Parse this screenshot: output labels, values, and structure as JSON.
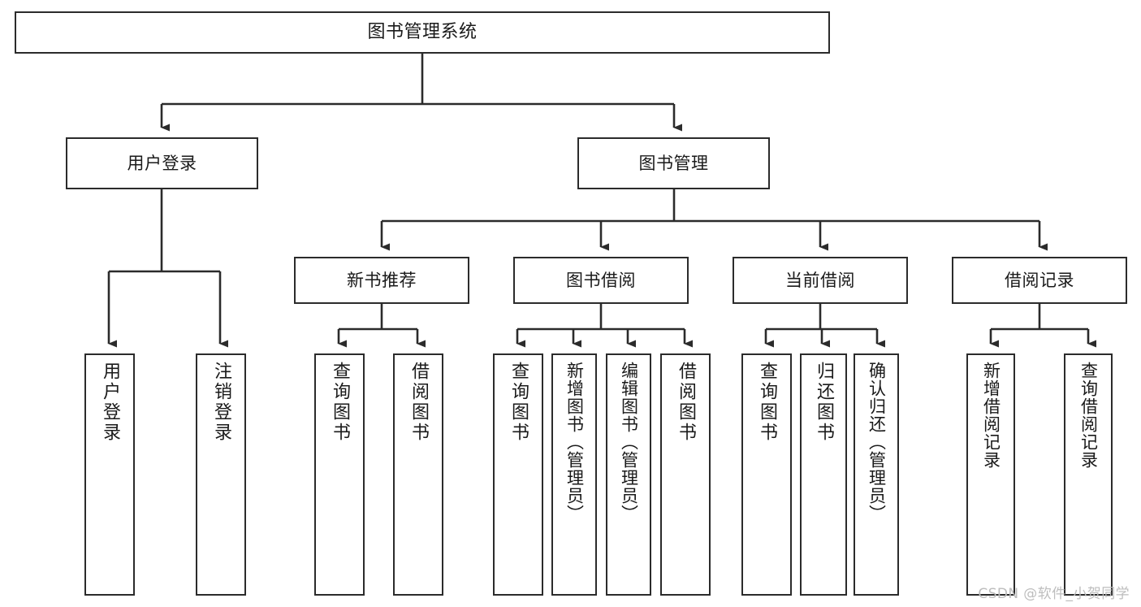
{
  "diagram": {
    "title": "图书管理系统",
    "type": "tree",
    "watermark": "CSDN @软件_小贺同学",
    "colors": {
      "box_border": "#2b2b2b",
      "box_fill": "#ffffff",
      "line": "#2b2b2b",
      "text": "#1a1a1a",
      "watermark": "#bdbdbd"
    },
    "nodes": {
      "root": {
        "label": "图书管理系统"
      },
      "level2": [
        {
          "id": "user-login",
          "label": "用户登录"
        },
        {
          "id": "book-management",
          "label": "图书管理"
        }
      ],
      "level3": [
        {
          "id": "new-book-recommend",
          "label": "新书推荐"
        },
        {
          "id": "book-borrow",
          "label": "图书借阅"
        },
        {
          "id": "current-borrow",
          "label": "当前借阅"
        },
        {
          "id": "borrow-record",
          "label": "借阅记录"
        }
      ],
      "leaves": {
        "user_login": [
          {
            "id": "leaf-user-login",
            "label": "用户登录"
          },
          {
            "id": "leaf-user-logout",
            "label": "注销登录"
          }
        ],
        "new_book_recommend": [
          {
            "id": "leaf-query-book-1",
            "label": "查询图书"
          },
          {
            "id": "leaf-borrow-book-1",
            "label": "借阅图书"
          }
        ],
        "book_borrow": [
          {
            "id": "leaf-query-book-2",
            "label": "查询图书"
          },
          {
            "id": "leaf-add-book",
            "label": "新增图书（管理员）"
          },
          {
            "id": "leaf-edit-book",
            "label": "编辑图书（管理员）"
          },
          {
            "id": "leaf-borrow-book-2",
            "label": "借阅图书"
          }
        ],
        "current_borrow": [
          {
            "id": "leaf-query-book-3",
            "label": "查询图书"
          },
          {
            "id": "leaf-return-book",
            "label": "归还图书"
          },
          {
            "id": "leaf-confirm-return",
            "label": "确认归还（管理员）"
          }
        ],
        "borrow_record": [
          {
            "id": "leaf-add-record",
            "label": "新增借阅记录"
          },
          {
            "id": "leaf-query-record",
            "label": "查询借阅记录"
          }
        ]
      }
    },
    "edges": [
      {
        "from": "图书管理系统",
        "to": "用户登录"
      },
      {
        "from": "图书管理系统",
        "to": "图书管理"
      },
      {
        "from": "用户登录",
        "to": "用户登录"
      },
      {
        "from": "用户登录",
        "to": "注销登录"
      },
      {
        "from": "图书管理",
        "to": "新书推荐"
      },
      {
        "from": "图书管理",
        "to": "图书借阅"
      },
      {
        "from": "图书管理",
        "to": "当前借阅"
      },
      {
        "from": "图书管理",
        "to": "借阅记录"
      },
      {
        "from": "新书推荐",
        "to": "查询图书"
      },
      {
        "from": "新书推荐",
        "to": "借阅图书"
      },
      {
        "from": "图书借阅",
        "to": "查询图书"
      },
      {
        "from": "图书借阅",
        "to": "新增图书（管理员）"
      },
      {
        "from": "图书借阅",
        "to": "编辑图书（管理员）"
      },
      {
        "from": "图书借阅",
        "to": "借阅图书"
      },
      {
        "from": "当前借阅",
        "to": "查询图书"
      },
      {
        "from": "当前借阅",
        "to": "归还图书"
      },
      {
        "from": "当前借阅",
        "to": "确认归还（管理员）"
      },
      {
        "from": "借阅记录",
        "to": "新增借阅记录"
      },
      {
        "from": "借阅记录",
        "to": "查询借阅记录"
      }
    ]
  }
}
